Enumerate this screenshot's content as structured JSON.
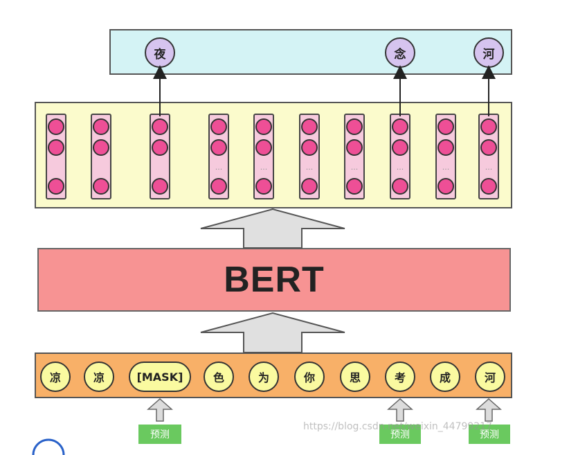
{
  "output_tokens": [
    "夜",
    "念",
    "河"
  ],
  "bert_label": "BERT",
  "input_tokens": [
    "凉",
    "凉",
    "[MASK]",
    "色",
    "为",
    "你",
    "思",
    "考",
    "成",
    "河"
  ],
  "predict_label": "预测",
  "watermark": "https://blog.csdn.net/weixin_44799217",
  "colors": {
    "output_panel": "#d4f3f5",
    "hidden_panel": "#fbfbcc",
    "bert_box": "#f79393",
    "input_panel": "#f8b068",
    "predict_tag": "#6ac95f"
  }
}
